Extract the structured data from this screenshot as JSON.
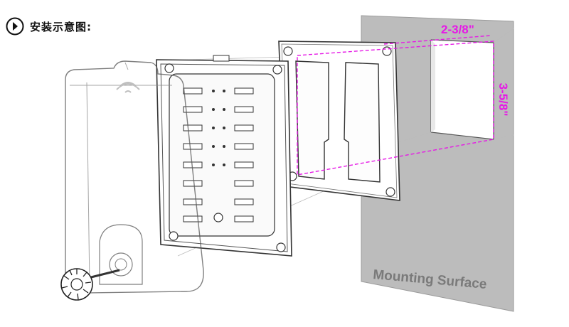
{
  "header": {
    "title": "安装示意图:",
    "icon": "chevron-right-circle-icon"
  },
  "dimensions": {
    "width": "2-3/8\"",
    "height": "3-5/8\""
  },
  "wall": {
    "label": "Mounting Surface"
  },
  "colors": {
    "dimension": "#e619e6",
    "wall": "#bcbcbc",
    "wall_text": "#7a7a7a",
    "line": "#333333"
  },
  "components": [
    "protective-cover-icon",
    "fuse-block-icon",
    "mounting-bracket-icon",
    "mounting-surface-cutout-icon",
    "thumb-knob-icon"
  ]
}
